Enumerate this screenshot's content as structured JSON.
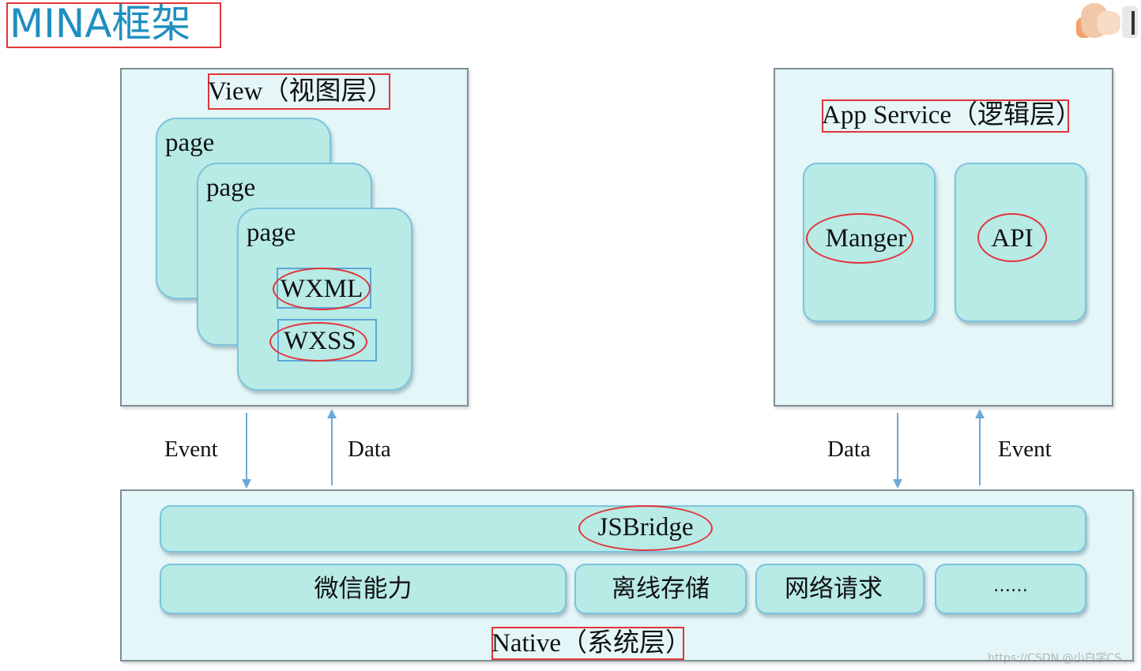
{
  "title": "MINA框架",
  "view_layer": {
    "label": "View（视图层）",
    "pages": [
      "page",
      "page",
      "page"
    ],
    "wxml": "WXML",
    "wxss": "WXSS"
  },
  "service_layer": {
    "label": "App Service（逻辑层）",
    "manager": "Manger",
    "api": "API"
  },
  "arrows": {
    "left_down": "Event",
    "left_up": "Data",
    "right_down": "Data",
    "right_up": "Event"
  },
  "native_layer": {
    "label": "Native（系统层）",
    "jsbridge": "JSBridge",
    "items": [
      "微信能力",
      "离线存储",
      "网络请求",
      "……"
    ]
  },
  "watermark": "https://CSDN @小白学CS",
  "colors": {
    "title": "#1f8fc0",
    "highlight": "#e0353a",
    "layer_bg": "#e4f6f7",
    "module_bg": "#b8eae6",
    "arrow": "#6ea9d6"
  }
}
